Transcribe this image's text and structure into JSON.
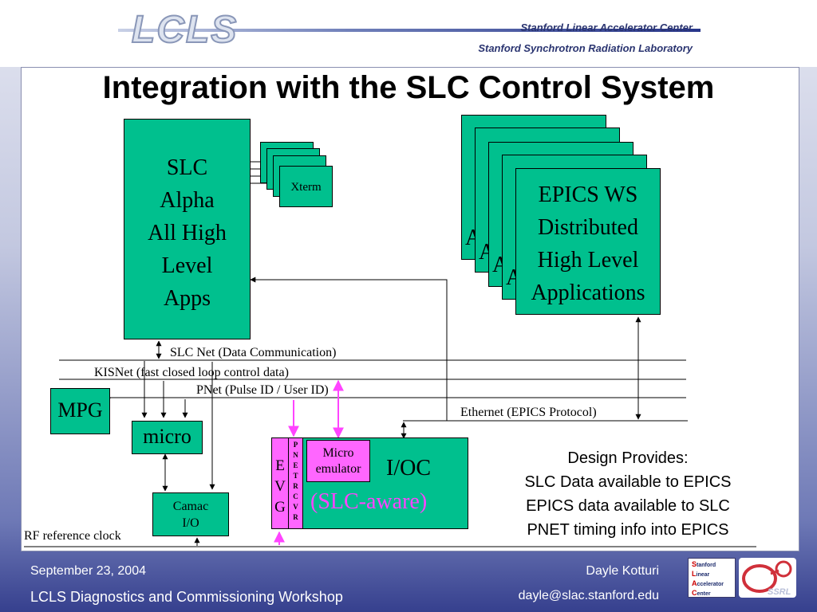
{
  "header": {
    "logo": "LCLS",
    "org1": "Stanford Linear Accelerator Center",
    "org2": "Stanford Synchrotron Radiation Laboratory"
  },
  "title": "Integration with the SLC Control System",
  "diagram": {
    "slc_box": [
      "SLC",
      "Alpha",
      "All High",
      "Level",
      "Apps"
    ],
    "xterm": "Xterm",
    "epics_box": [
      "EPICS WS",
      "Distributed",
      "High Level",
      "Applications"
    ],
    "epics_back_letter": "A",
    "networks": {
      "slcnet": "SLC Net (Data Communication)",
      "kisnet": "KISNet (fast closed loop control data)",
      "pnet": "PNet (Pulse ID / User ID)",
      "ethernet": "Ethernet (EPICS Protocol)",
      "rf": "RF reference clock"
    },
    "mpg": "MPG",
    "micro": "micro",
    "camac": [
      "Camac",
      "I/O"
    ],
    "evg": [
      "E",
      "V",
      "G"
    ],
    "pnet_rcvr": [
      "P",
      "N",
      "E",
      "T",
      "R",
      "C",
      "V",
      "R"
    ],
    "micro_emulator": [
      "Micro",
      "emulator"
    ],
    "ioc": [
      "I/OC",
      "(SLC-aware)"
    ]
  },
  "design": {
    "heading": "Design Provides:",
    "items": [
      "SLC Data available to EPICS",
      "EPICS data available to SLC",
      "PNET timing info into EPICS"
    ]
  },
  "footer": {
    "date": "September 23, 2004",
    "event": "LCLS Diagnostics and Commissioning Workshop",
    "author": "Dayle Kotturi",
    "email": "dayle@slac.stanford.edu",
    "badge": [
      "tanford",
      "inear",
      "ccelerator",
      "enter"
    ],
    "badge_caps": [
      "S",
      "L",
      "A",
      "C"
    ],
    "ssrl": "SSRL"
  },
  "colors": {
    "box_fill": "#00c08e",
    "pink_fill": "#ff66ff",
    "ioc_text": "#ff44ff",
    "line": "#000000"
  }
}
